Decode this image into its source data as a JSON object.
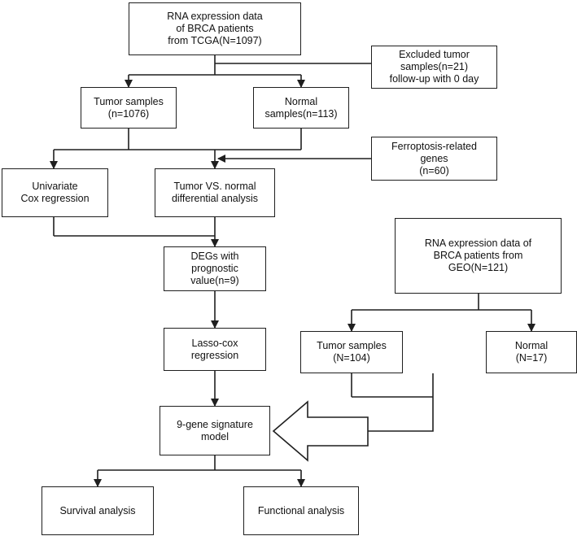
{
  "boxes": {
    "tcga": "RNA expression data\nof BRCA patients\nfrom TCGA(N=1097)",
    "excluded": "Excluded tumor\nsamples(n=21)\nfollow-up with 0 day",
    "tumor_tcga": "Tumor samples\n(n=1076)",
    "normal_tcga": "Normal\nsamples(n=113)",
    "ferroptosis": "Ferroptosis-related\ngenes\n(n=60)",
    "univariate": "Univariate\nCox  regression",
    "differential": "Tumor VS. normal\ndifferential analysis",
    "degs": "DEGs with\nprognostic\nvalue(n=9)",
    "geo": "RNA expression data of\nBRCA patients from\nGEO(N=121)",
    "tumor_geo": "Tumor samples\n(N=104)",
    "normal_geo": "Normal\n(N=17)",
    "lasso": "Lasso-cox\nregression",
    "signature": "9-gene signature\nmodel",
    "survival": "Survival analysis",
    "functional": "Functional analysis"
  },
  "colors": {
    "stroke": "#1f1f1f",
    "background": "#ffffff"
  }
}
